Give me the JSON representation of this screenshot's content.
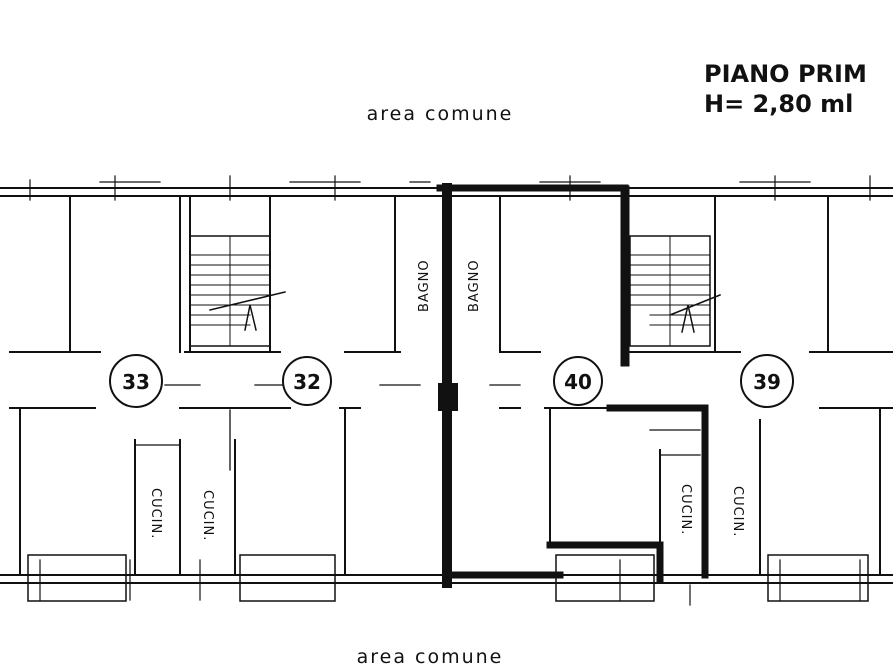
{
  "floor_title": "PIANO PRIM",
  "height_note": "H= 2,80 ml",
  "area_top": "area comune",
  "area_bottom": "area comune",
  "units": [
    "33",
    "32",
    "40",
    "39"
  ],
  "rooms": {
    "bagno_left": "BAGNO",
    "bagno_right": "BAGNO",
    "cucina_1": "CUCIN.",
    "cucina_2": "CUCIN.",
    "cucina_3": "CUCIN.",
    "cucina_4": "CUCIN."
  }
}
